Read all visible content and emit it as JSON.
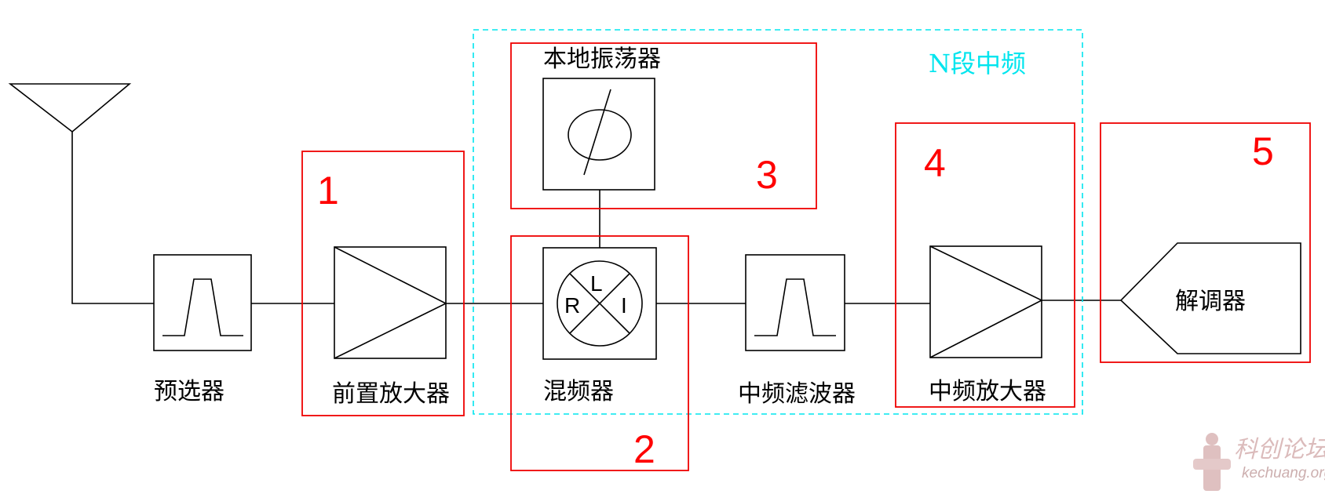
{
  "labels": {
    "preselector": "预选器",
    "preamp": "前置放大器",
    "local_osc": "本地振荡器",
    "mixer": "混频器",
    "if_filter": "中频滤波器",
    "if_amp": "中频放大器",
    "demodulator": "解调器",
    "n_stage_if": "N段中频"
  },
  "mixer_ports": {
    "r": "R",
    "l": "L",
    "i": "I"
  },
  "markers": {
    "m1": "1",
    "m2": "2",
    "m3": "3",
    "m4": "4",
    "m5": "5"
  },
  "watermark": {
    "cn": "科创论坛",
    "url": "kechuang.org"
  },
  "colors": {
    "highlight_box": "#ee0000",
    "n_stage_box": "#00e5ee",
    "lines": "#000000"
  }
}
